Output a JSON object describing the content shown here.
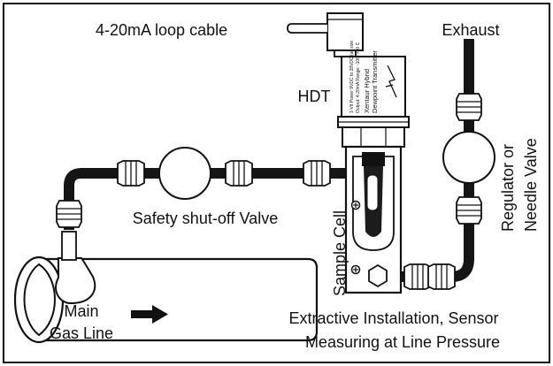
{
  "labels": {
    "loop_cable": "4-20mA loop cable",
    "exhaust": "Exhaust",
    "hdt": "HDT",
    "regulator_line1": "Regulator or",
    "regulator_line2": "Needle Valve",
    "safety_valve": "Safety shut-off Valve",
    "sample_cell": "Sample Cell",
    "main_gas_line1": "Main",
    "main_gas_line2": "Gas Line",
    "caption_line1": "Extractive Installation, Sensor",
    "caption_line2": "Measuring at Line Pressure"
  },
  "transmitter": {
    "text_line1": "Xentaur Hybrid",
    "text_line2": "Dewpoint Transmitter",
    "spec_line1": "1-Vlt Power 9VDC to 28VDC (all size",
    "spec_line2": "Output: 4-20mA   Range: -100..+20 C"
  },
  "colors": {
    "ink": "#111111",
    "pipe": "#151515",
    "background": "#ffffff"
  }
}
